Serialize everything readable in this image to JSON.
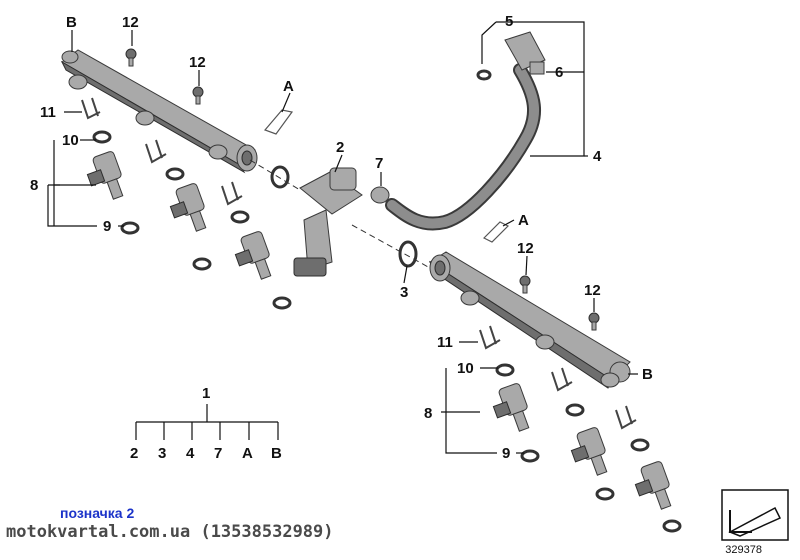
{
  "callouts": {
    "c1": "1",
    "c2": "2",
    "c3": "3",
    "c4": "4",
    "c5": "5",
    "c6": "6",
    "c7": "7",
    "c8": "8",
    "c9": "9",
    "c10": "10",
    "c11": "11",
    "c12": "12",
    "ca": "A",
    "cb": "B"
  },
  "legend_items": [
    "2",
    "3",
    "4",
    "7",
    "A",
    "B"
  ],
  "catalog_number": "329378",
  "watermark": {
    "label": "позначка 2",
    "site": "motokvartal.com.ua (13538532989)"
  }
}
